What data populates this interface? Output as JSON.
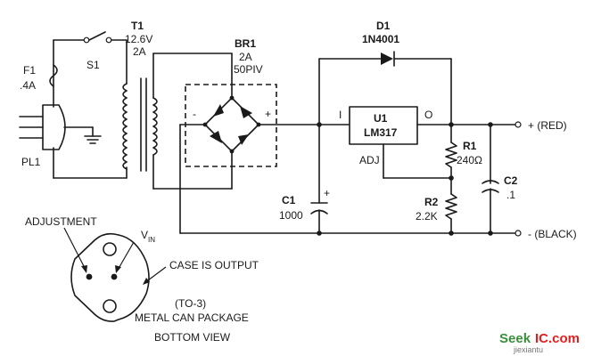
{
  "labels": {
    "t1": "T1",
    "t1_voltage": "12.6V",
    "t1_current": "2A",
    "f1": "F1",
    "f1_rating": ".4A",
    "s1": "S1",
    "pl1": "PL1",
    "br1": "BR1",
    "br1_current": "2A",
    "br1_piv": "50PIV",
    "br1_minus": "-",
    "br1_plus": "+",
    "d1": "D1",
    "d1_part": "1N4001",
    "u1": "U1",
    "u1_part": "LM317",
    "u1_in": "I",
    "u1_out": "O",
    "u1_adj": "ADJ",
    "r1": "R1",
    "r1_value": "240Ω",
    "r2": "R2",
    "r2_value": "2.2K",
    "c1": "C1",
    "c1_value": "1000",
    "c1_plus": "+",
    "c2": "C2",
    "c2_value": ".1",
    "out_pos": "+ (RED)",
    "out_neg": "- (BLACK)",
    "pkg_adjustment": "ADJUSTMENT",
    "pkg_vin": "V",
    "pkg_vin_sub": "IN",
    "pkg_case": "CASE IS OUTPUT",
    "pkg_to3": "(TO-3)",
    "pkg_metal": "METAL CAN PACKAGE",
    "pkg_bottom": "BOTTOM VIEW"
  },
  "watermark": {
    "brand_left": "Seek",
    "brand_right": "IC.com",
    "sub": "jiexiantu"
  }
}
